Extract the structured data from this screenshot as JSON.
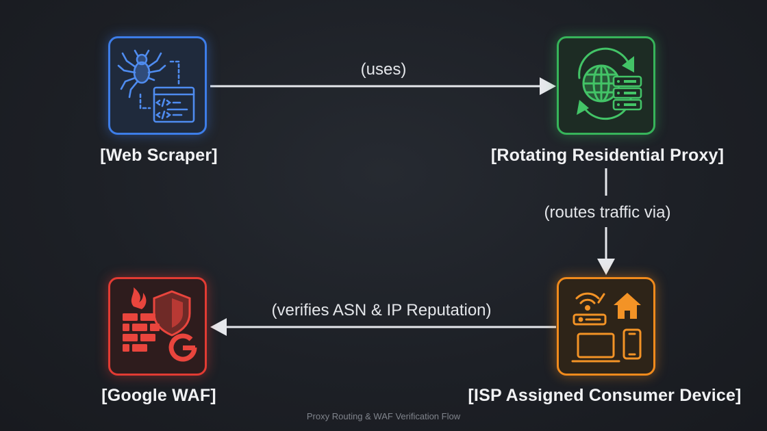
{
  "diagram": {
    "nodes": [
      {
        "id": "scraper",
        "label": "[Web Scraper]",
        "color": "#3d7de8",
        "icon": "spider-code-window-icon"
      },
      {
        "id": "proxy",
        "label": "[Rotating Residential Proxy]",
        "color": "#37b45a",
        "icon": "globe-server-rotate-icon"
      },
      {
        "id": "device",
        "label": "[ISP Assigned Consumer Device]",
        "color": "#f08a1c",
        "icon": "router-home-devices-icon"
      },
      {
        "id": "waf",
        "label": "[Google WAF]",
        "color": "#e23b33",
        "icon": "firewall-shield-google-icon"
      }
    ],
    "edges": [
      {
        "from": "scraper",
        "to": "proxy",
        "label": "(uses)"
      },
      {
        "from": "proxy",
        "to": "device",
        "label": "(routes traffic via)"
      },
      {
        "from": "device",
        "to": "waf",
        "label": "(verifies ASN & IP Reputation)"
      }
    ],
    "arrow_color": "#e6e8ec"
  },
  "caption": "Proxy Routing & WAF Verification Flow"
}
